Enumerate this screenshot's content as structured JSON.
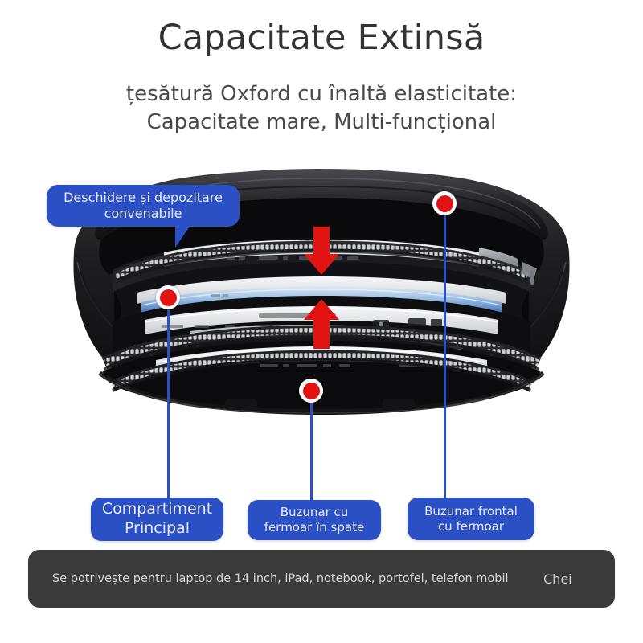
{
  "heading": {
    "title": "Capacitate Extinsă",
    "subtitle_line1": "țesătură Oxford cu înaltă elasticitate:",
    "subtitle_line2": "Capacitate mare, Multi-funcțional"
  },
  "callouts": [
    {
      "id": "top-open-storage",
      "line1": "Deschidere și depozitare",
      "line2": "convenabile"
    },
    {
      "id": "main-compartment",
      "line1": "Compartiment",
      "line2": "Principal"
    },
    {
      "id": "back-zip-pocket",
      "line1": "Buzunar cu",
      "line2": "fermoar în spate"
    },
    {
      "id": "front-zip-pocket",
      "line1": "Buzunar frontal",
      "line2": "cu fermoar"
    }
  ],
  "footer": {
    "fits_text": "Se potrivește pentru laptop de 14 inch, iPad, notebook, portofel, telefon mobil",
    "keys_text": "Chei"
  },
  "colors": {
    "accent_blue": "#2b4fc4",
    "marker_red": "#e21313",
    "title_gray": "#333333",
    "footer_bg": "#3a3a3a",
    "background": "#ffffff"
  }
}
